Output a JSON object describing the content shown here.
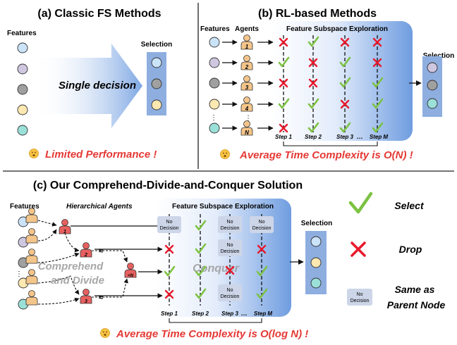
{
  "panel_a": {
    "title": "(a) Classic FS Methods",
    "features_label": "Features",
    "selection_label": "Selection",
    "arrow_label": "Single decision",
    "result_text": "Limited Performance !"
  },
  "panel_b": {
    "title": "(b) RL-based Methods",
    "features_label": "Features",
    "agents_label": "Agents",
    "exploration_label": "Feature Subspace Exploration",
    "selection_label": "Selection",
    "agent_ids": [
      "1",
      "2",
      "3",
      "4",
      "N"
    ],
    "steps": [
      "Step 1",
      "Step 2",
      "Step 3",
      "Step M"
    ],
    "ellipsis": "…",
    "result_text": "Average Time Complexity is O(N) !"
  },
  "panel_c": {
    "title": "(c) Our Comprehend-Divide-and-Conquer Solution",
    "features_label": "Features",
    "agents_label": "Hierarchical Agents",
    "exploration_label": "Feature Subspace Exploration",
    "selection_label": "Selection",
    "agent_ids": [
      "1",
      "2",
      "3",
      "<N"
    ],
    "comprehend_label": "Comprehend",
    "divide_label": "and Divide",
    "conquer_label": "Conquer",
    "steps": [
      "Step 1",
      "Step 2",
      "Step 3",
      "Step M"
    ],
    "ellipsis": "…",
    "no_decision": "No Decision",
    "result_text": "Average Time Complexity is O(log N) !"
  },
  "legend": {
    "select_label": "Select",
    "drop_label": "Drop",
    "no_decision_label": "Same as Parent Node",
    "no_decision_box": "No Decision"
  },
  "colors": {
    "red_text": "#e53935",
    "check_green": "#7cc242",
    "cross_red": "#e8182b",
    "panel_blue": "#6f9de0",
    "selection_blue": "#8eaee0",
    "agent_orange": "#f4c58a",
    "agent_red": "#e76060"
  }
}
